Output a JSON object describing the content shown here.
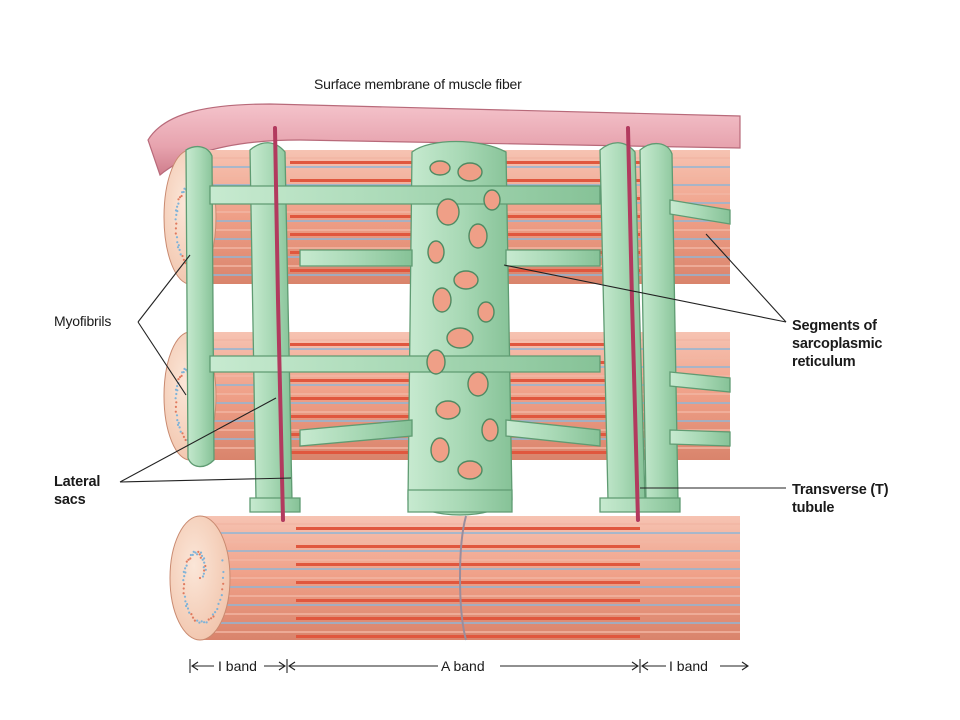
{
  "title": "Surface membrane of muscle fiber",
  "labels": {
    "myofibrils": "Myofibrils",
    "lateral_sacs_line1": "Lateral",
    "lateral_sacs_line2": "sacs",
    "sr_line1": "Segments of",
    "sr_line2": "sarcoplasmic",
    "sr_line3": "reticulum",
    "tt_line1": "Transverse (T)",
    "tt_line2": "tubule"
  },
  "bands": {
    "left": "I band",
    "middle": "A band",
    "right": "I band"
  },
  "colors": {
    "membrane": "#e7a3ae",
    "myofibril": "#ee9c83",
    "thick_filament": "#e0573e",
    "thin_filament": "#8fb6d6",
    "reticulum": "#a9d9b6",
    "reticulum_outline": "#5f9b72",
    "t_tubule": "#b23a5e"
  }
}
